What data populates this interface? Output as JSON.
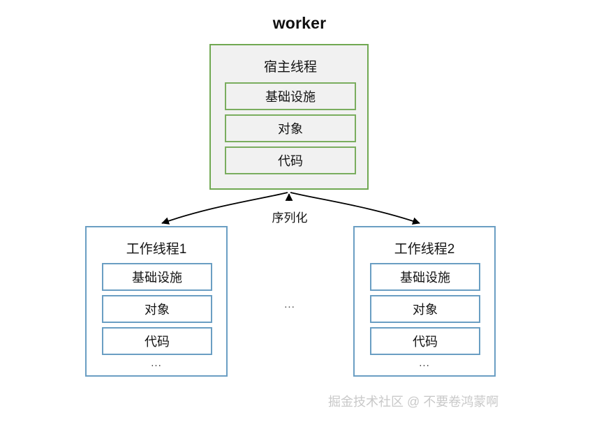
{
  "diagram": {
    "title": "worker",
    "connector_label": "序列化",
    "middle_ellipsis": "...",
    "watermark": "掘金技术社区 @ 不要卷鸿蒙啊",
    "colors": {
      "host_border": "#70a852",
      "host_fill": "#f1f1f1",
      "worker_border": "#6a9ec3",
      "worker_fill": "#ffffff",
      "arrow": "#000000",
      "text": "#131313",
      "watermark": "#c9c9c9",
      "background": "#ffffff"
    }
  },
  "host": {
    "title": "宿主线程",
    "items": [
      {
        "label": "基础设施"
      },
      {
        "label": "对象"
      },
      {
        "label": "代码"
      }
    ]
  },
  "workers": [
    {
      "title": "工作线程1",
      "items": [
        {
          "label": "基础设施"
        },
        {
          "label": "对象"
        },
        {
          "label": "代码"
        }
      ],
      "ellipsis": "..."
    },
    {
      "title": "工作线程2",
      "items": [
        {
          "label": "基础设施"
        },
        {
          "label": "对象"
        },
        {
          "label": "代码"
        }
      ],
      "ellipsis": "..."
    }
  ]
}
